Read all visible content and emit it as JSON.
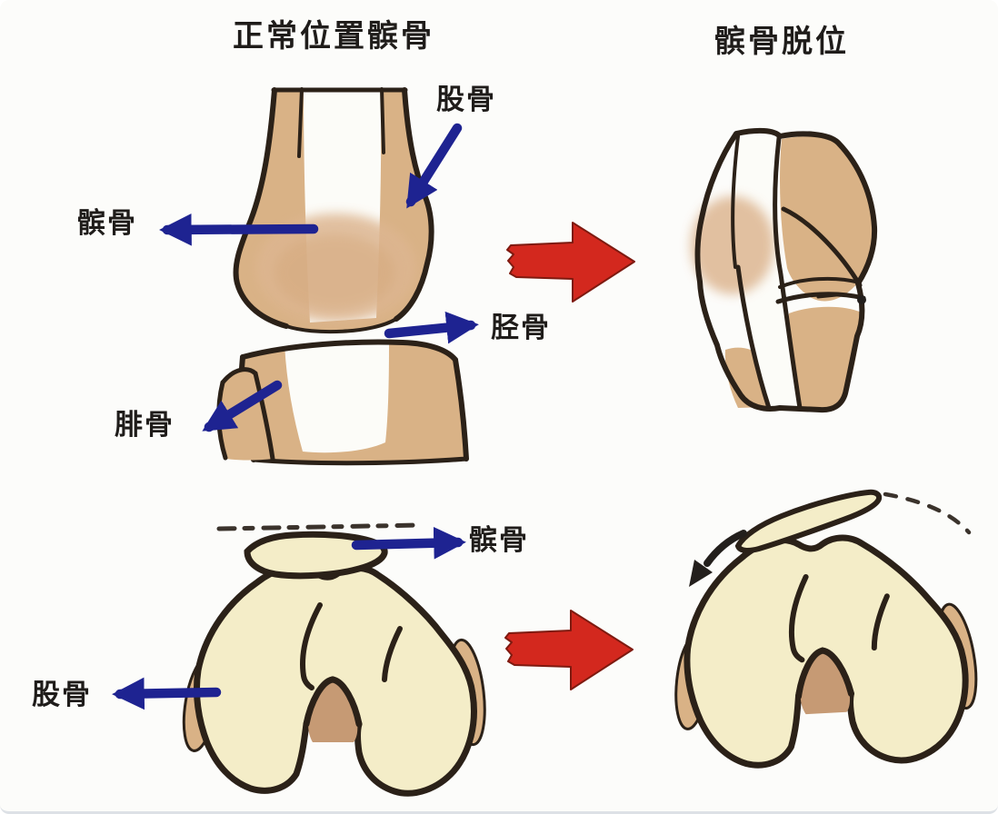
{
  "titles": {
    "normal": "正常位置髌骨",
    "dislocated": "髌骨脱位"
  },
  "labels": {
    "femur_front": "股骨",
    "patella_front": "髌骨",
    "tibia_front": "胫骨",
    "fibula_front": "腓骨",
    "patella_axial": "髌骨",
    "femur_axial": "股骨"
  },
  "icons": {
    "transition_arrow": "red-arrow-right",
    "pointer_arrow": "blue-label-arrow",
    "dislocation_arrow": "black-curved-arrow",
    "trajectory": "dashed-line"
  },
  "colors": {
    "background": "#fcfcfa",
    "text": "#1f1c1a",
    "outline": "#2b2118",
    "bone_tan": "#d9b286",
    "bone_cream": "#f4edc8",
    "notch_tan": "#c69a74",
    "blue": "#1e2391",
    "red": "#d3281e"
  }
}
